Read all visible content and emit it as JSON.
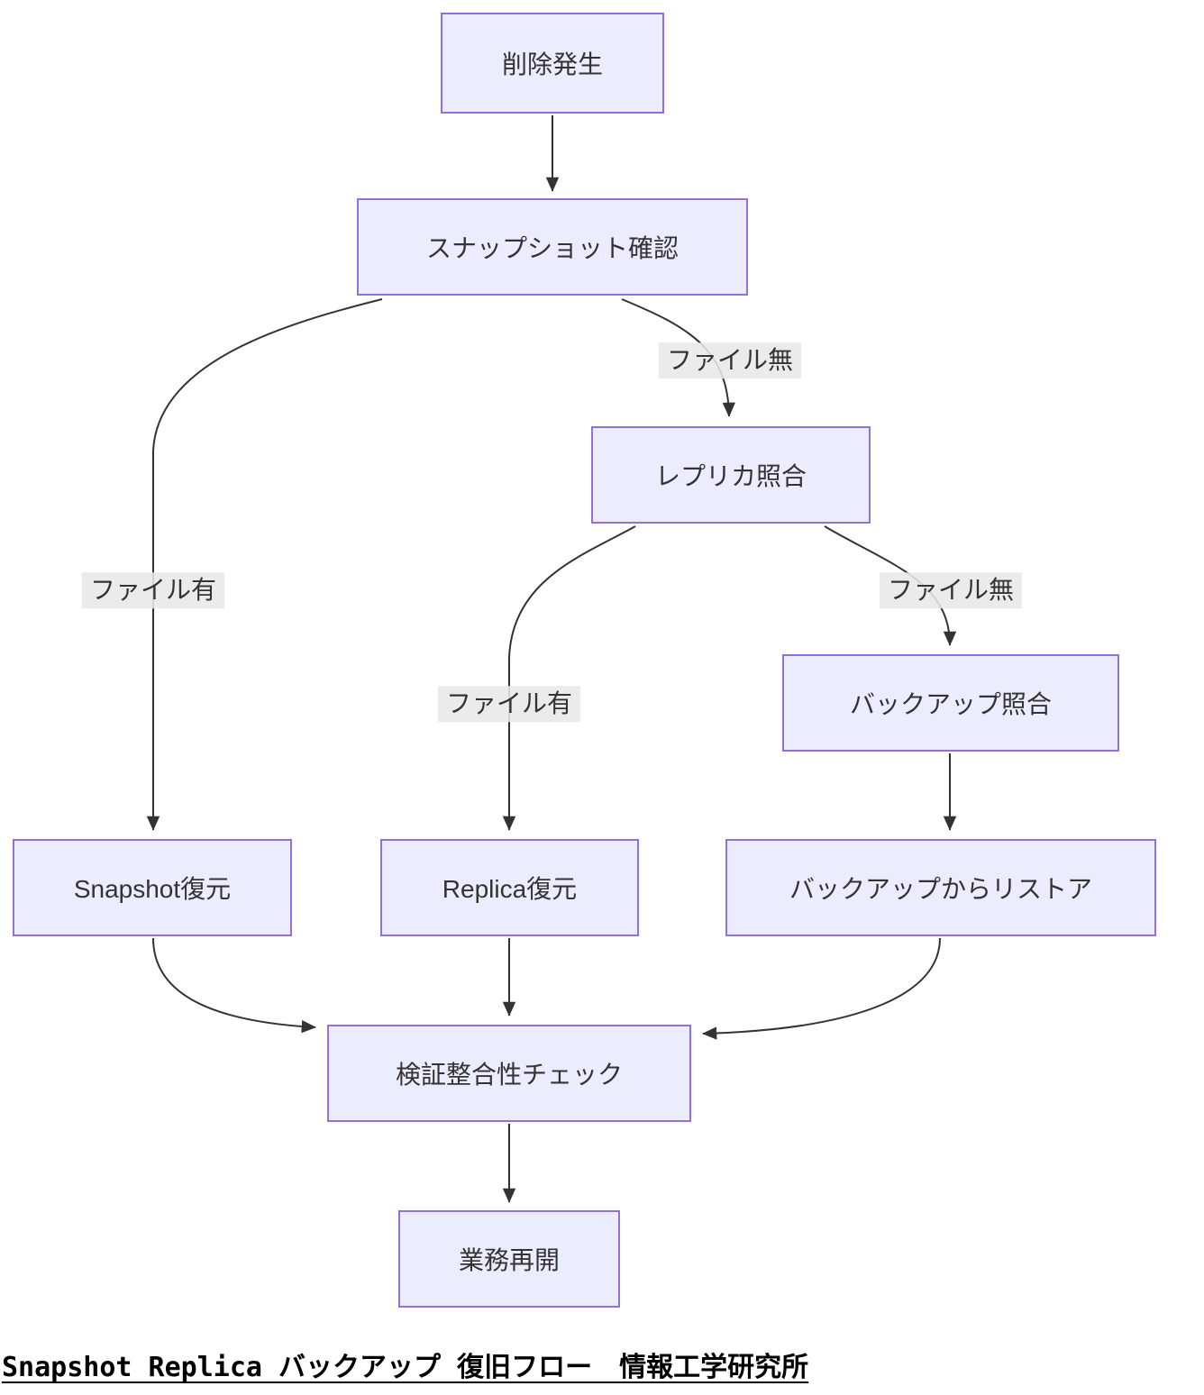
{
  "diagram": {
    "type": "flowchart",
    "direction": "top-down",
    "nodes": [
      {
        "id": "A",
        "label": "削除発生"
      },
      {
        "id": "B",
        "label": "スナップショット確認"
      },
      {
        "id": "C",
        "label": "レプリカ照合"
      },
      {
        "id": "D",
        "label": "バックアップ照合"
      },
      {
        "id": "E",
        "label": "Snapshot復元"
      },
      {
        "id": "F",
        "label": "Replica復元"
      },
      {
        "id": "G",
        "label": "バックアップからリストア"
      },
      {
        "id": "H",
        "label": "検証整合性チェック"
      },
      {
        "id": "I",
        "label": "業務再開"
      }
    ],
    "edges": [
      {
        "from": "削除発生",
        "to": "スナップショット確認",
        "label": ""
      },
      {
        "from": "スナップショット確認",
        "to": "Snapshot復元",
        "label": "ファイル有"
      },
      {
        "from": "スナップショット確認",
        "to": "レプリカ照合",
        "label": "ファイル無"
      },
      {
        "from": "レプリカ照合",
        "to": "Replica復元",
        "label": "ファイル有"
      },
      {
        "from": "レプリカ照合",
        "to": "バックアップ照合",
        "label": "ファイル無"
      },
      {
        "from": "バックアップ照合",
        "to": "バックアップからリストア",
        "label": ""
      },
      {
        "from": "Snapshot復元",
        "to": "検証整合性チェック",
        "label": ""
      },
      {
        "from": "Replica復元",
        "to": "検証整合性チェック",
        "label": ""
      },
      {
        "from": "バックアップからリストア",
        "to": "検証整合性チェック",
        "label": ""
      },
      {
        "from": "検証整合性チェック",
        "to": "業務再開",
        "label": ""
      }
    ],
    "caption": "Snapshot Replica バックアップ 復旧フロー　情報工学研究所",
    "colors": {
      "node_fill": "#ECECFF",
      "node_border": "#9370DB",
      "edge_stroke": "#333333",
      "edge_label_bg": "#e8e8e8",
      "text": "#333333",
      "caption_text": "#000000",
      "background": "#ffffff"
    }
  }
}
